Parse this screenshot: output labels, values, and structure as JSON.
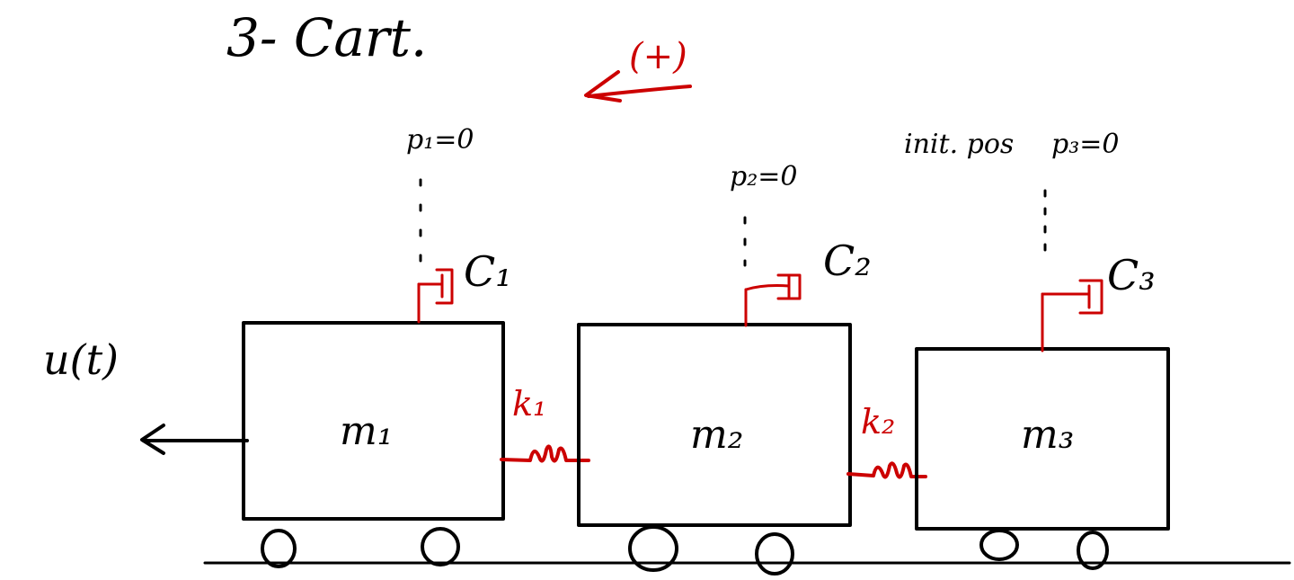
{
  "title": "3- Cart.",
  "direction_label": "(+)",
  "input_label": "u(t)",
  "init_label": "init. pos",
  "carts": [
    {
      "mass_label": "m₁",
      "pos_label": "p₁=0",
      "damper_label": "C₁"
    },
    {
      "mass_label": "m₂",
      "pos_label": "p₂=0",
      "damper_label": "C₂"
    },
    {
      "mass_label": "m₃",
      "pos_label": "p₃=0",
      "damper_label": "C₃"
    }
  ],
  "springs": [
    {
      "label": "k₁"
    },
    {
      "label": "k₂"
    }
  ],
  "colors": {
    "ink": "#000000",
    "accent": "#cc0000",
    "background": "#ffffff"
  }
}
